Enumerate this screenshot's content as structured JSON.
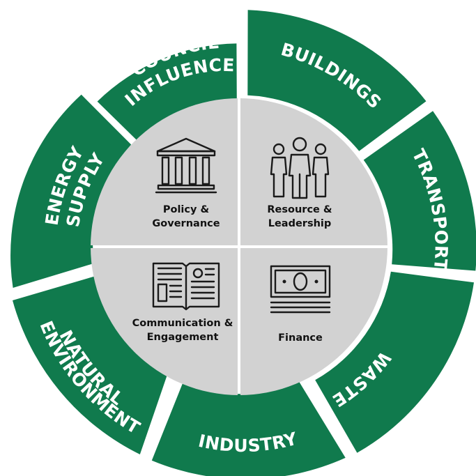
{
  "colors": {
    "ring": "#107a4d",
    "inner": "#d2d2d2",
    "ring_text": "#ffffff",
    "inner_text": "#111111"
  },
  "outer_segments": [
    {
      "id": "council-influence",
      "lines": [
        "COUNCIL",
        "INFLUENCE"
      ]
    },
    {
      "id": "buildings",
      "lines": [
        "BUILDINGS"
      ]
    },
    {
      "id": "transport",
      "lines": [
        "TRANSPORT"
      ]
    },
    {
      "id": "waste",
      "lines": [
        "WASTE"
      ]
    },
    {
      "id": "industry",
      "lines": [
        "INDUSTRY"
      ]
    },
    {
      "id": "natural-environment",
      "lines": [
        "NATURAL",
        "ENVIRONMENT"
      ]
    },
    {
      "id": "energy-supply",
      "lines": [
        "ENERGY",
        "SUPPLY"
      ]
    }
  ],
  "inner_quadrants": [
    {
      "id": "policy-governance",
      "icon": "pillared-building-icon",
      "lines": [
        "Policy &",
        "Governance"
      ]
    },
    {
      "id": "resource-leadership",
      "icon": "people-group-icon",
      "lines": [
        "Resource &",
        "Leadership"
      ]
    },
    {
      "id": "communication-engagement",
      "icon": "open-book-icon",
      "lines": [
        "Communication &",
        "Engagement"
      ]
    },
    {
      "id": "finance",
      "icon": "banknote-icon",
      "lines": [
        "Finance"
      ]
    }
  ]
}
